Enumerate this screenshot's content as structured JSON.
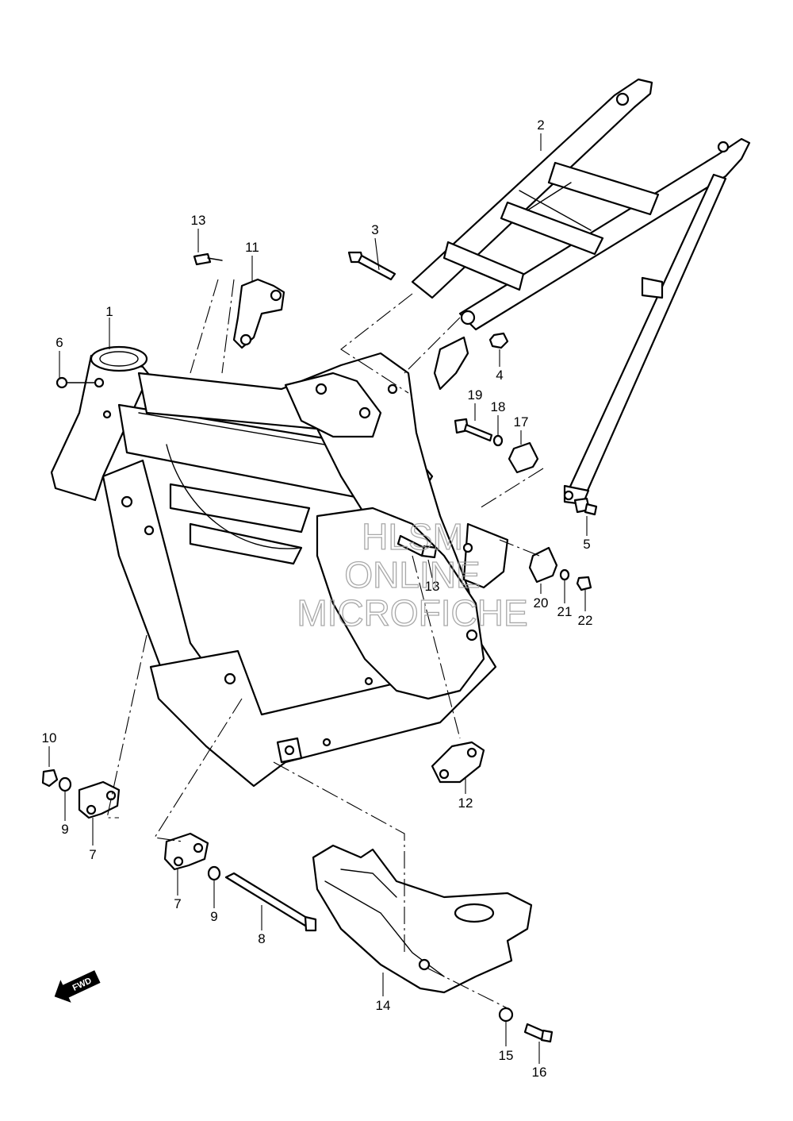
{
  "callouts": [
    {
      "id": "c1",
      "label": "1"
    },
    {
      "id": "c2",
      "label": "2"
    },
    {
      "id": "c3",
      "label": "3"
    },
    {
      "id": "c4",
      "label": "4"
    },
    {
      "id": "c5",
      "label": "5"
    },
    {
      "id": "c6",
      "label": "6"
    },
    {
      "id": "c7a",
      "label": "7"
    },
    {
      "id": "c7b",
      "label": "7"
    },
    {
      "id": "c8",
      "label": "8"
    },
    {
      "id": "c9a",
      "label": "9"
    },
    {
      "id": "c9b",
      "label": "9"
    },
    {
      "id": "c10",
      "label": "10"
    },
    {
      "id": "c11",
      "label": "11"
    },
    {
      "id": "c12",
      "label": "12"
    },
    {
      "id": "c13a",
      "label": "13"
    },
    {
      "id": "c13b",
      "label": "13"
    },
    {
      "id": "c14",
      "label": "14"
    },
    {
      "id": "c15",
      "label": "15"
    },
    {
      "id": "c16",
      "label": "16"
    },
    {
      "id": "c17",
      "label": "17"
    },
    {
      "id": "c18",
      "label": "18"
    },
    {
      "id": "c19",
      "label": "19"
    },
    {
      "id": "c20",
      "label": "20"
    },
    {
      "id": "c21",
      "label": "21"
    },
    {
      "id": "c22",
      "label": "22"
    }
  ],
  "watermark": {
    "line1": "HLSM",
    "line2": "ONLINE",
    "line3": "MICROFICHE"
  },
  "direction_arrow": {
    "label": "FWD",
    "icon": "fwd-arrow-icon"
  }
}
